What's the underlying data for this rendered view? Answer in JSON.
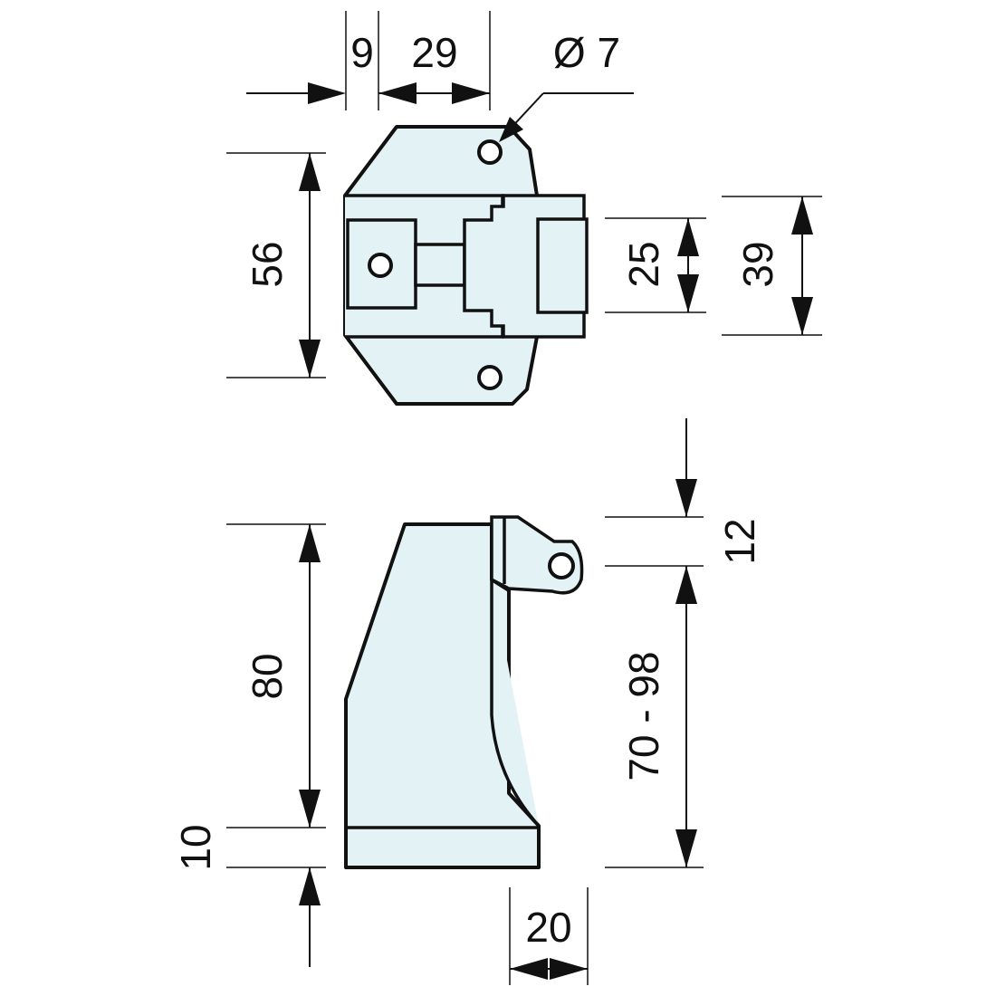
{
  "drawing": {
    "top_view": {
      "dimensions": {
        "offset_left": "9",
        "hole_spacing": "29",
        "hole_diameter": "Ø 7",
        "height": "56",
        "inner_height": "25",
        "outer_height": "39"
      }
    },
    "side_view": {
      "dimensions": {
        "roller_offset": "12",
        "body_height": "80",
        "base_thickness": "10",
        "adjust_range": "70 - 98",
        "base_width": "20"
      }
    }
  }
}
